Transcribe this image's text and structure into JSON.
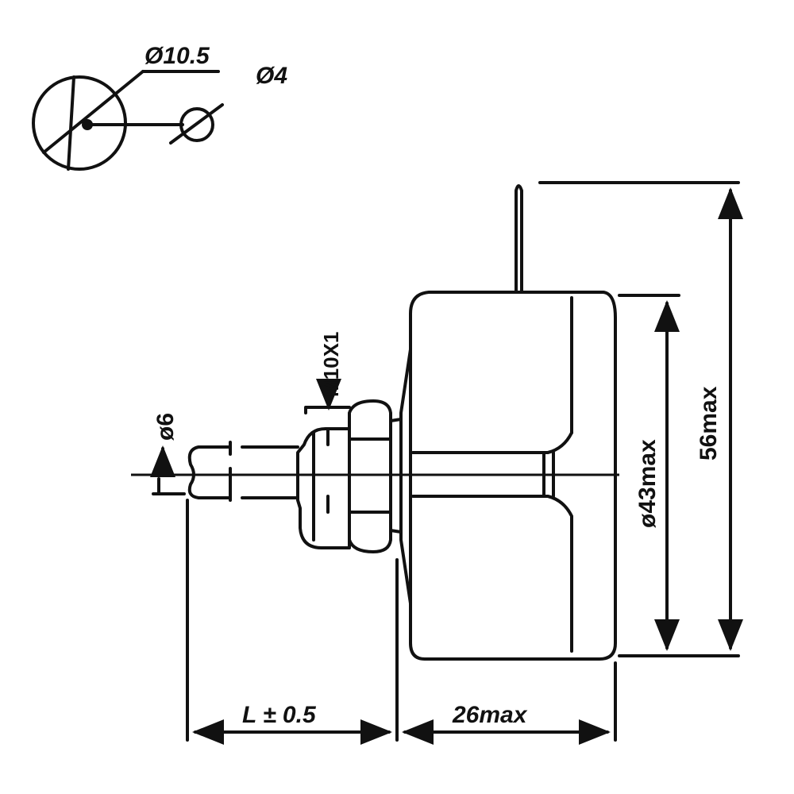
{
  "labels": {
    "hole_diameter": "Ø10.5",
    "pin_hole_diameter": "Ø4",
    "thread": "M10X1",
    "shaft_diameter": "ø6",
    "body_diameter": "ø43max",
    "overall_height": "56max",
    "shaft_length": "L ± 0.5",
    "body_depth": "26max"
  }
}
